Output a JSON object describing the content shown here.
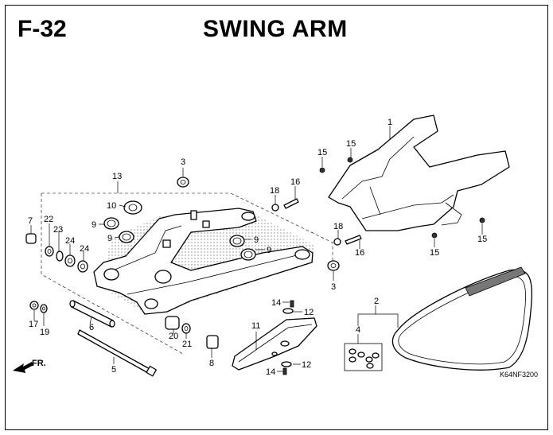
{
  "header": {
    "figure_code": "F-32",
    "title": "SWING ARM"
  },
  "diagram_code": "K64NF3200",
  "front_indicator": "FR.",
  "callouts": [
    "1",
    "2",
    "3",
    "4",
    "5",
    "6",
    "7",
    "8",
    "9",
    "10",
    "11",
    "12",
    "13",
    "14",
    "15",
    "16",
    "17",
    "18",
    "19",
    "20",
    "21",
    "22",
    "23",
    "24"
  ]
}
